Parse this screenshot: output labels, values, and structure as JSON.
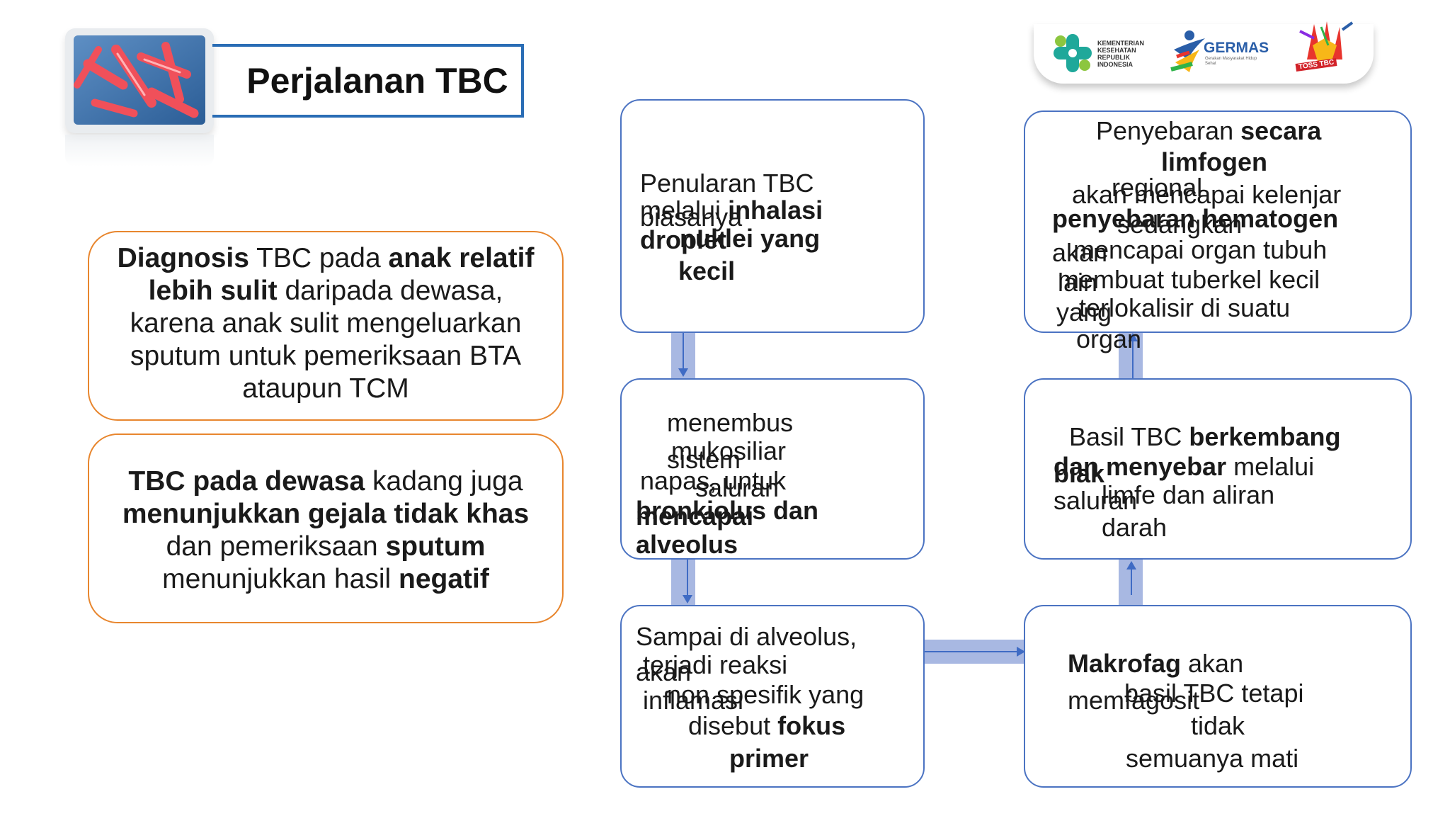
{
  "title": "Perjalanan TBC",
  "logos": {
    "kemenkes_lines": [
      "KEMENTERIAN",
      "KESEHATAN",
      "REPUBLIK",
      "INDONESIA"
    ],
    "germas": "GERMAS",
    "germas_sub": "Gerakan Masyarakat Hidup Sehat",
    "toss": "TOSS TBC"
  },
  "info_boxes": [
    {
      "parts": [
        {
          "t": "Diagnosis",
          "b": true
        },
        {
          "t": " TBC pada ",
          "b": false
        },
        {
          "t": "anak relatif  lebih sulit",
          "b": true
        },
        {
          "t": " daripada dewasa,  karena anak sulit mengeluarkan  sputum untuk pemeriksaan BTA  ataupun TCM",
          "b": false
        }
      ]
    },
    {
      "parts": [
        {
          "t": "TBC pada dewasa",
          "b": true
        },
        {
          "t": " kadang juga  ",
          "b": false
        },
        {
          "t": "menunjukkan gejala tidak khas",
          "b": true
        },
        {
          "t": "  dan pemeriksaan ",
          "b": false
        },
        {
          "t": "sputum",
          "b": true
        },
        {
          "t": " menunjukkan hasil ",
          "b": false
        },
        {
          "t": "negatif",
          "b": true
        }
      ]
    }
  ],
  "nodes": {
    "n1": {
      "l1": "Penularan TBC",
      "l2a": "biasanya",
      "l2b": "melalui ",
      "l2c": "inhalasi",
      "l3a": "droplet",
      "l3b": "nuklei yang",
      "l4": "kecil"
    },
    "n2": {
      "l1": "menembus",
      "l2a": "sistem",
      "l2b": "mukosiliar",
      "l3a": "saluran",
      "l3b": "napas, untuk",
      "l4a": "mencapai",
      "l4b": "bronkiolus dan",
      "l5": "alveolus"
    },
    "n3": {
      "l1": "Sampai di alveolus,",
      "l2a": "akan",
      "l2b": "terjadi reaksi",
      "l3a": "inflamasi",
      "l3b": "non spesifik yang",
      "l4a": "disebut ",
      "l4b": "fokus",
      "l5": "primer"
    },
    "n4": {
      "l1a": "Makrofag",
      "l1b": " akan",
      "l2a": "memfagosit",
      "l2b": "basil TBC tetapi",
      "l3": "tidak",
      "l4": "semuanya  mati"
    },
    "n5": {
      "l1a": "Basil TBC ",
      "l1b": "berkembang",
      "l2a": "biak",
      "l2b": "dan menyebar",
      "l2c": " melalui",
      "l3a": "saluran",
      "l3b": "limfe dan aliran",
      "l4": "darah"
    },
    "n6": {
      "l1a": "Penyebaran ",
      "l1b": "secara",
      "l2": "limfogen",
      "l3a": "regional",
      "l3b": "akan mencapai kelenjar",
      "l4a": "sedangkan",
      "l4b": "penyebaran hematogen",
      "l5a": "akan",
      "l5b": "mencapai organ tubuh",
      "l6a": "lain",
      "l6b": "membuat tuberkel kecil",
      "l7a": "yang",
      "l7b": "terlokalisir di suatu",
      "l8": "organ"
    }
  }
}
